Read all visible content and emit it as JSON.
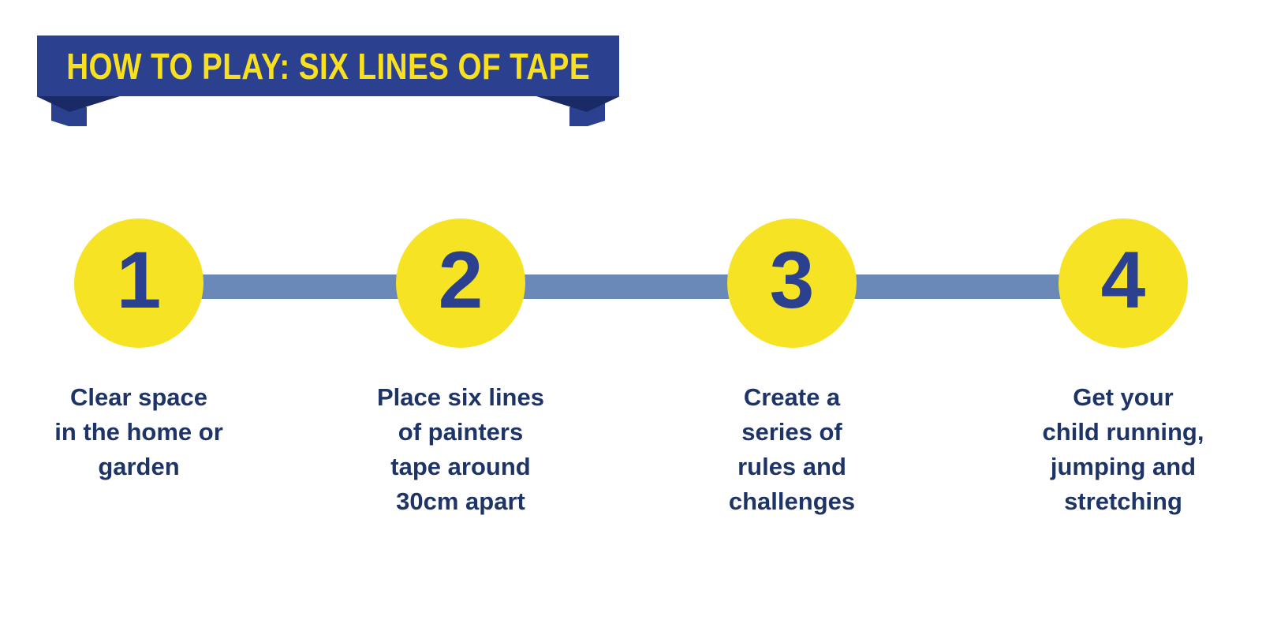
{
  "banner": {
    "title": "HOW TO PLAY: SIX LINES OF TAPE"
  },
  "steps": [
    {
      "number": "1",
      "description": "Clear space\nin the home or\ngarden"
    },
    {
      "number": "2",
      "description": "Place six lines\nof painters\ntape around\n30cm apart"
    },
    {
      "number": "3",
      "description": "Create a\nseries of\nrules and\nchallenges"
    },
    {
      "number": "4",
      "description": "Get your\nchild running,\njumping and\nstretching"
    }
  ],
  "colors": {
    "background": "#FFFFFF",
    "banner_blue": "#2B4190",
    "fold_navy": "#1A2A66",
    "title_yellow": "#F9E01F",
    "circle_yellow": "#F6E424",
    "number_blue": "#2B4190",
    "text_navy": "#1E3466",
    "connector_blue": "#6B89B8"
  }
}
